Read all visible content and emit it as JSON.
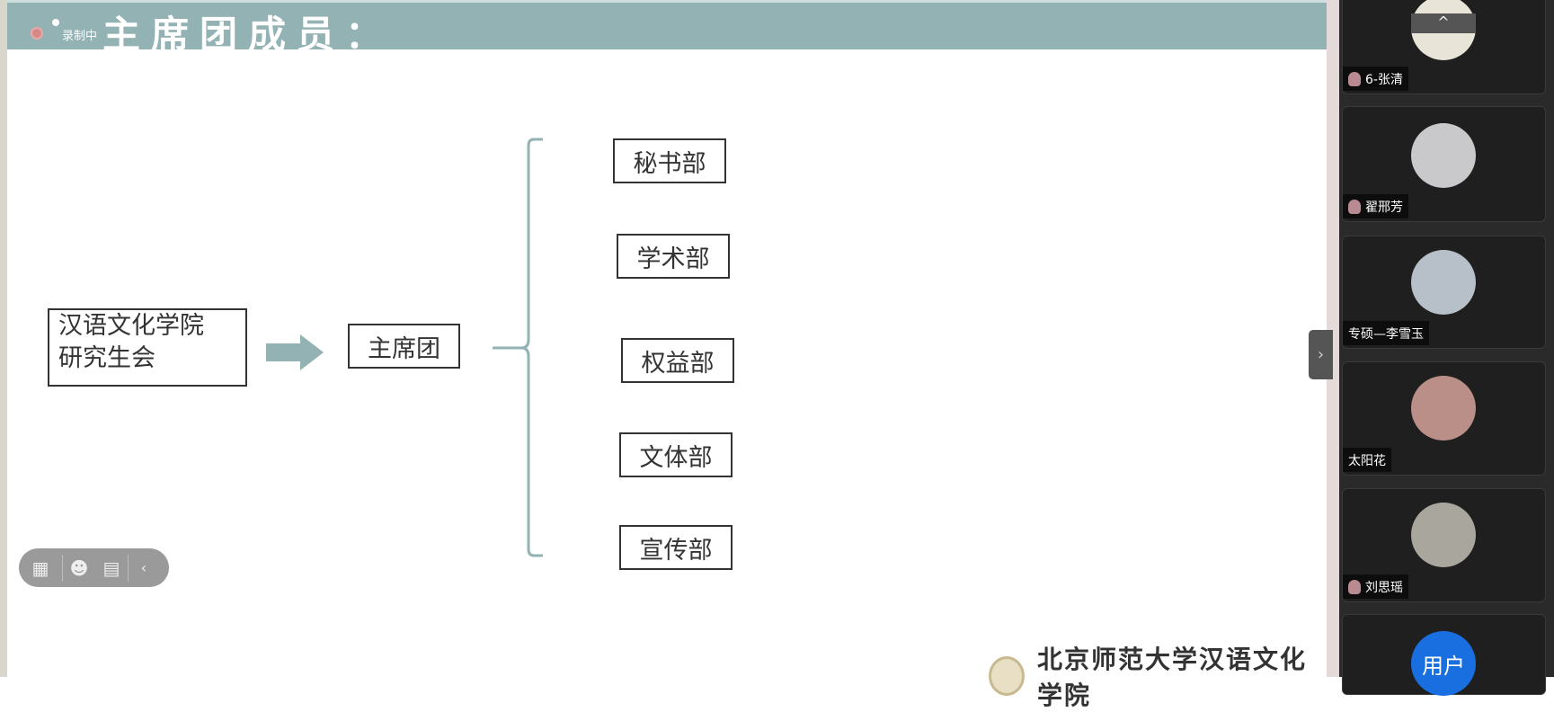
{
  "slide": {
    "title": "主席团成员：",
    "recording_label": "录制中",
    "org_line1": "汉语文化学院",
    "org_line2": "研究生会",
    "presidium": "主席团",
    "departments": [
      "秘书部",
      "学术部",
      "权益部",
      "文体部",
      "宣传部"
    ],
    "logo_text": "北京师范大学汉语文化学院",
    "accent_color": "#93b2b3"
  },
  "toolbar": {
    "icons": [
      "apps-icon",
      "emoji-icon",
      "chat-icon",
      "chevron-left-icon"
    ]
  },
  "participants": [
    {
      "name": "6-张清",
      "muted_mic": true,
      "avatar_color": "#e8e4d8"
    },
    {
      "name": "翟邢芳",
      "muted_mic": true,
      "avatar_color": "#c9c9cc"
    },
    {
      "name": "专硕—李雪玉",
      "muted_mic": false,
      "avatar_color": "#b7c0c9"
    },
    {
      "name": "太阳花",
      "muted_mic": false,
      "avatar_color": "#b98f88"
    },
    {
      "name": "刘思瑶",
      "muted_mic": true,
      "avatar_color": "#a9a69e"
    },
    {
      "name": "",
      "avatar_text": "用户",
      "muted_mic": false,
      "avatar_color": "#1a6fe0"
    }
  ]
}
